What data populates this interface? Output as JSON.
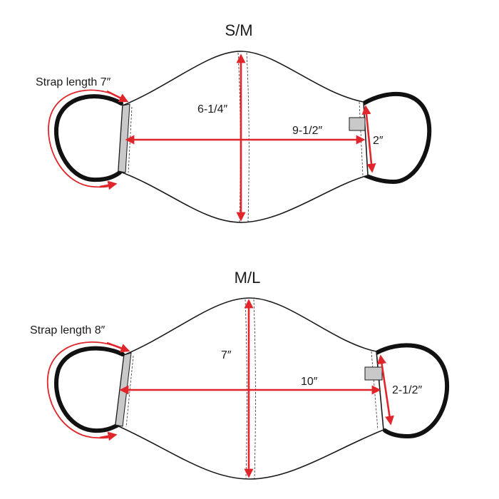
{
  "diagrams": [
    {
      "size_label": "S/M",
      "strap_label": "Strap length 7″",
      "height_label": "6-1/4″",
      "width_label": "9-1/2″",
      "side_label": "2″"
    },
    {
      "size_label": "M/L",
      "strap_label": "Strap length 8″",
      "height_label": "7″",
      "width_label": "10″",
      "side_label": "2-1/2″"
    }
  ],
  "colors": {
    "arrow": "#e0262b",
    "outline": "#1a1a1a",
    "strap": "#111111",
    "fold": "#c9c9c9"
  }
}
